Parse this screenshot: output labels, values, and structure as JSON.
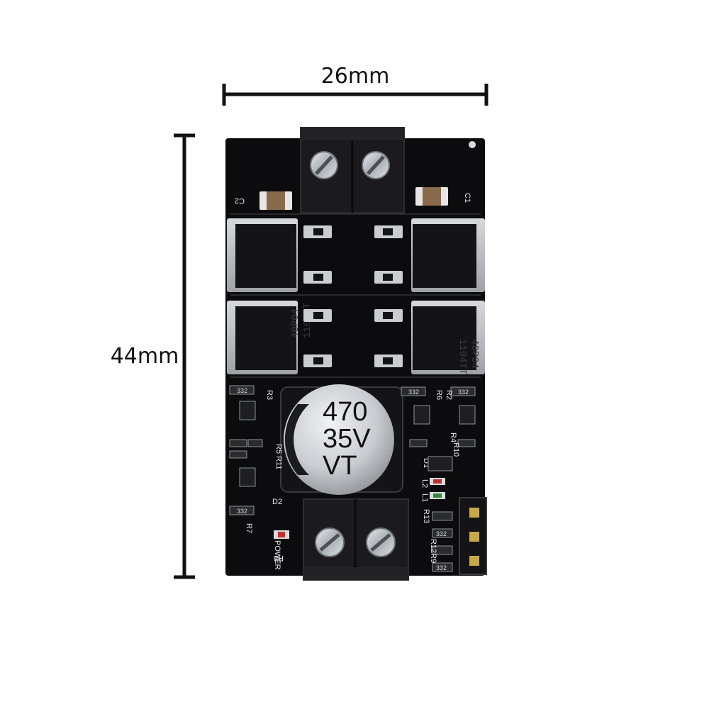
{
  "dimensions": {
    "width_label": "26mm",
    "height_label": "44mm"
  },
  "capacitor": {
    "line1": "470",
    "line2": "35V",
    "line3": "VT"
  },
  "mosfets": {
    "marking_line1": "40P04",
    "marking_line2": "1104TT"
  },
  "silkscreen": {
    "c1": "C1",
    "c2": "C2",
    "d1": "D1",
    "d2": "D2",
    "l1": "L1",
    "l2": "L2",
    "power": "POWER",
    "r8": "R8",
    "r3": "R3",
    "r5_r11": "R5 R11",
    "r7": "R7",
    "r6": "R6",
    "r2": "R2",
    "r4": "R4",
    "r10": "R10",
    "r13": "R13",
    "r12_r9": "R12R9",
    "res_code": "332"
  },
  "colors": {
    "board": "#0c0c0e",
    "terminal": "#1a1a1c",
    "screw": "#c8ccd0",
    "pad": "#c9ccd0",
    "cap_body": "#cfd2d6",
    "smd_cap": "#8a6a4c"
  }
}
